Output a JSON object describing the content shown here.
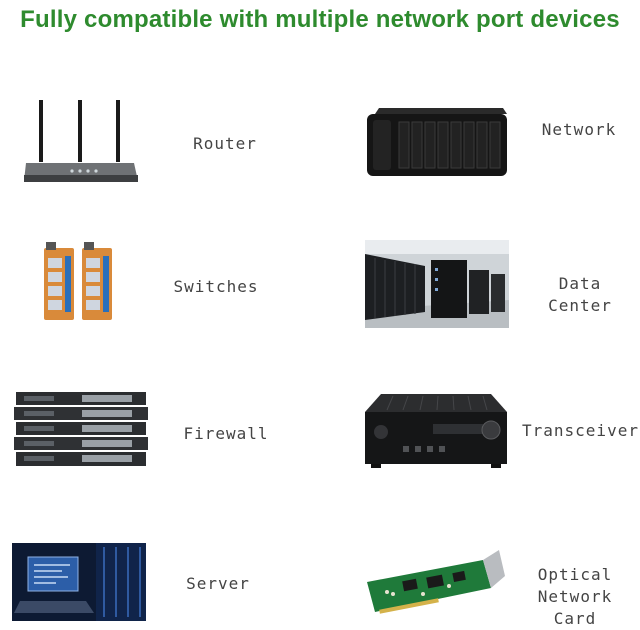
{
  "title": "Fully compatible with multiple network port devices",
  "devices": [
    {
      "label": "Router",
      "icon": "router-icon"
    },
    {
      "label": "Network",
      "icon": "nas-storage-icon"
    },
    {
      "label": "Switches",
      "icon": "industrial-switch-icon"
    },
    {
      "label": "Data Center",
      "icon": "data-center-photo"
    },
    {
      "label": "Firewall",
      "icon": "rack-firewall-icon"
    },
    {
      "label": "Transceiver",
      "icon": "audio-receiver-icon"
    },
    {
      "label": "Server",
      "icon": "server-room-photo"
    },
    {
      "label_line1": "Optical",
      "label_line2": "Network Card",
      "icon": "network-card-icon"
    }
  ]
}
